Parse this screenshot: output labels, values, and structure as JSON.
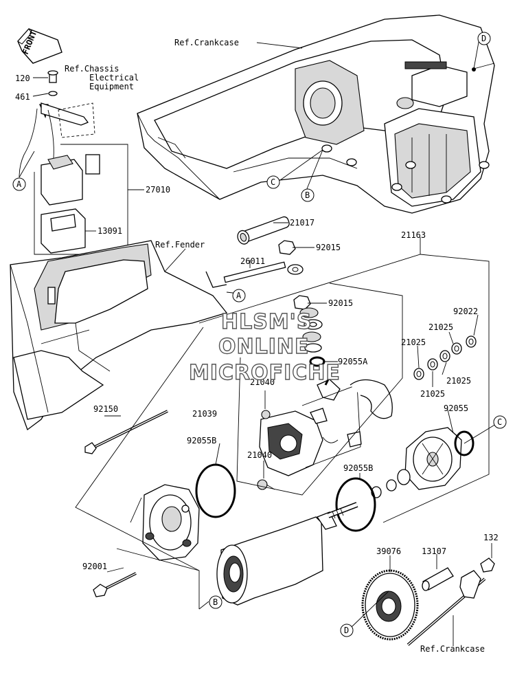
{
  "front_arrow": "FRONT",
  "labels": {
    "ref_crankcase_top": "Ref.Crankcase",
    "ref_chassis_l1": "Ref.Chassis",
    "ref_chassis_l2": "Electrical",
    "ref_chassis_l3": "Equipment",
    "ref_fender": "Ref.Fender",
    "ref_crankcase_bottom": "Ref.Crankcase",
    "p120": "120",
    "p461": "461",
    "p27010": "27010",
    "p13091": "13091",
    "p21017": "21017",
    "p92015a": "92015",
    "p26011": "26011",
    "p92015b": "92015",
    "p21163": "21163",
    "p92022": "92022",
    "p21025a": "21025",
    "p21025b": "21025",
    "p21025c": "21025",
    "p21025d": "21025",
    "p92055a": "92055A",
    "p21040a": "21040",
    "p21039": "21039",
    "p92150": "92150",
    "p92055b_left": "92055B",
    "p21040b": "21040",
    "p92055b_right": "92055B",
    "p92055": "92055",
    "p92001": "92001",
    "p132": "132",
    "p39076": "39076",
    "p13107": "13107"
  },
  "callouts": {
    "a1": "A",
    "a2": "A",
    "b1": "B",
    "b2": "B",
    "c1": "C",
    "c2": "C",
    "d1": "D",
    "d2": "D"
  },
  "watermark": {
    "line1": "HLSM'S",
    "line2": "ONLINE",
    "line3": "MICROFICHE"
  },
  "icons": [
    "front-arrow-icon"
  ]
}
